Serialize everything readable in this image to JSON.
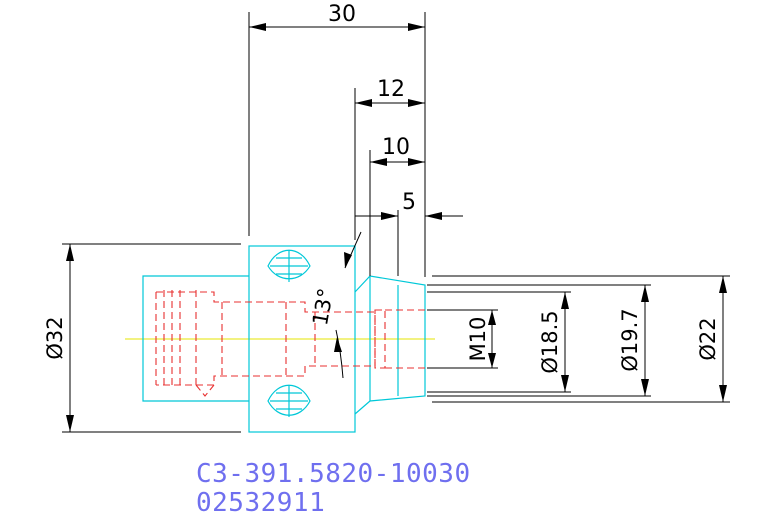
{
  "dimensions": {
    "total_length": "30",
    "length_12": "12",
    "length_10": "10",
    "length_5": "5",
    "diameter_32": "Ø32",
    "thread": "M10",
    "diameter_18_5": "Ø18.5",
    "diameter_19_7": "Ø19.7",
    "diameter_22": "Ø22",
    "taper_angle": "13°"
  },
  "part": {
    "code": "C3-391.5820-10030",
    "serial": "02532911"
  },
  "colors": {
    "background": "#ffffff",
    "dimension": "#000000",
    "outline": "#00c8d8",
    "hidden": "#e83030",
    "centerline": "#e6e600",
    "label": "#6f6fef"
  }
}
